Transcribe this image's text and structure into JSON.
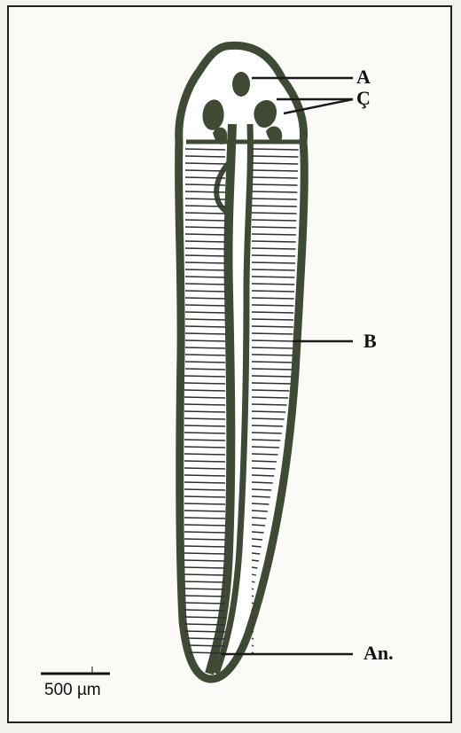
{
  "labels": {
    "a": "A",
    "c": "Ç",
    "b": "B",
    "an": "An."
  },
  "scale_bar": {
    "label": "500 µm"
  },
  "colors": {
    "body_outline": "#3f4a35",
    "body_fill": "#ffffff",
    "stripe": "#2f2f2f",
    "leader": "#1a1a1a"
  }
}
